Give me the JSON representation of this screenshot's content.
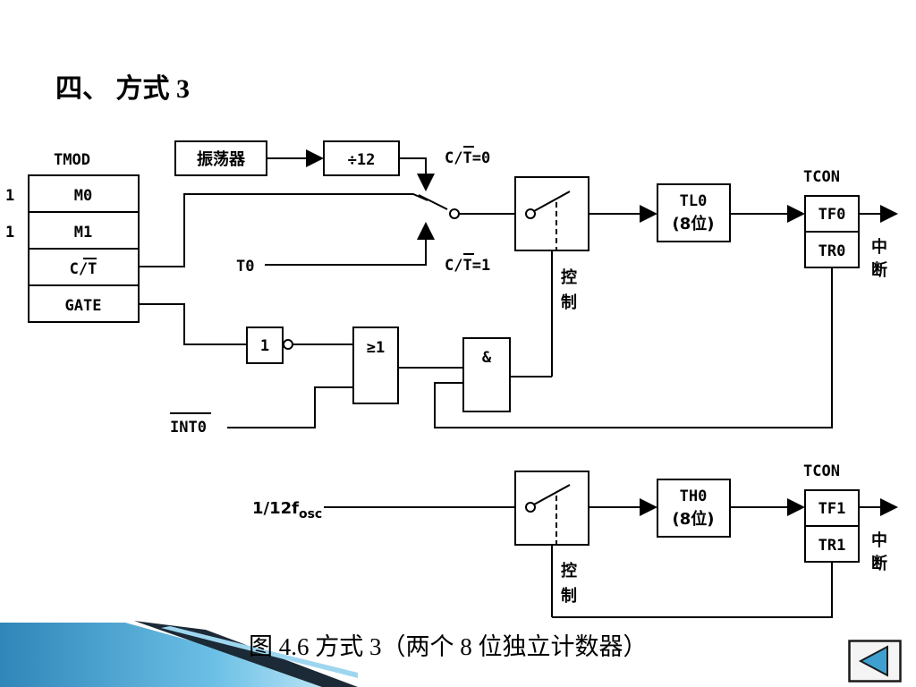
{
  "slide": {
    "title": "四、 方式 3",
    "caption": "图  4.6 方式  3（两个  8 位独立计数器）"
  },
  "diagram": {
    "tmod": {
      "title": "TMOD",
      "rows": [
        "M0",
        "M1",
        "C/T",
        "GATE"
      ],
      "values": [
        "1",
        "1"
      ]
    },
    "oscillator": "振荡器",
    "divider": "÷12",
    "ct0": "C/T=0",
    "ct1": "C/T=1",
    "t0": "T0",
    "int0": "INT0",
    "not_gate": "1",
    "or_gate": "≥1",
    "and_gate": "&",
    "control": [
      "控",
      "制"
    ],
    "tl0": [
      "TL0",
      "(8位)"
    ],
    "th0": [
      "TH0",
      "(8位)"
    ],
    "tcon": "TCON",
    "tf0": "TF0",
    "tr0": "TR0",
    "tf1": "TF1",
    "tr1": "TR1",
    "interrupt": [
      "中",
      "断"
    ],
    "fosc_base": "1/12f",
    "fosc_sub": "osc"
  },
  "colors": {
    "line": "#000000",
    "band_dark": "#1b2a36",
    "band_blue": "#4aa3cf",
    "button_border": "#1a1a1a",
    "button_fill": "#3fa0d0"
  },
  "icons": {
    "back": "triangle-left-icon"
  }
}
